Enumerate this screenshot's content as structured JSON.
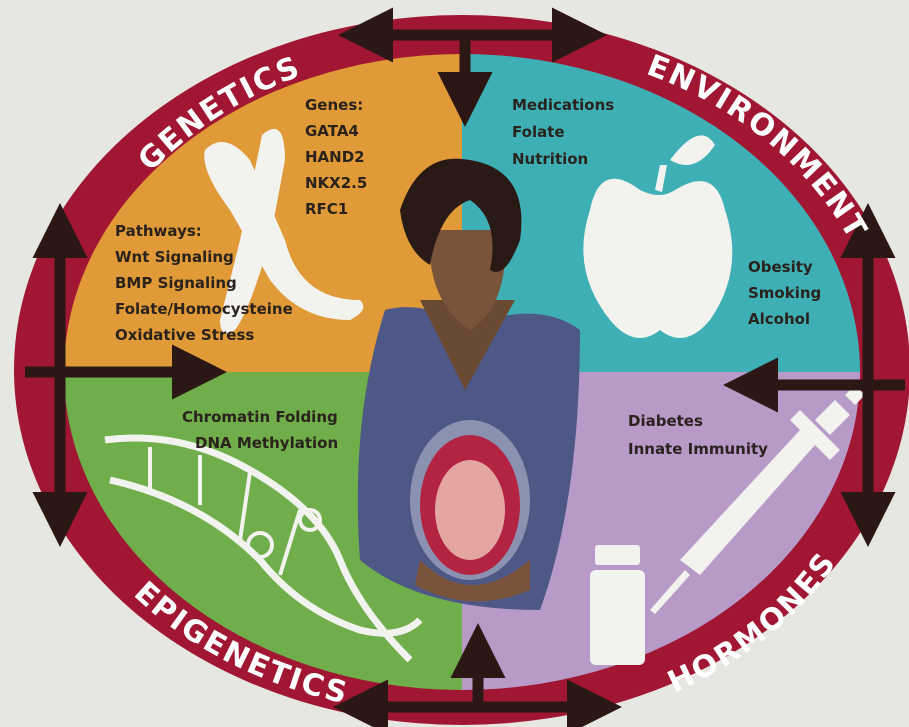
{
  "ring_labels": {
    "genetics": "GENETICS",
    "environment": "ENVIRONMENT",
    "epigenetics": "EPIGENETICS",
    "hormones": "HORMONES"
  },
  "genetics": {
    "genes_title": "Genes:",
    "genes": [
      "GATA4",
      "HAND2",
      "NKX2.5",
      "RFC1"
    ],
    "pathways_title": "Pathways:",
    "pathways": [
      "Wnt Signaling",
      "BMP Signaling",
      "Folate/Homocysteine",
      "Oxidative Stress"
    ]
  },
  "environment": {
    "top_items": [
      "Medications",
      "Folate",
      "Nutrition"
    ],
    "side_items": [
      "Obesity",
      "Smoking",
      "Alcohol"
    ]
  },
  "epigenetics": {
    "items": [
      "Chromatin Folding",
      "DNA Methylation"
    ]
  },
  "hormones": {
    "items": [
      "Diabetes",
      "Innate Immunity"
    ]
  },
  "colors": {
    "genetics": "#e09a37",
    "environment": "#3eb0b5",
    "epigenetics": "#6fae4a",
    "hormones": "#b79ac8",
    "ring": "#a11733",
    "arrow": "#2b1714",
    "background": "#e6e6e2"
  },
  "icons": [
    "chromosome-icon",
    "apple-icon",
    "dna-icon",
    "syringe-icon",
    "vial-icon",
    "pregnant-mother-illustration"
  ]
}
